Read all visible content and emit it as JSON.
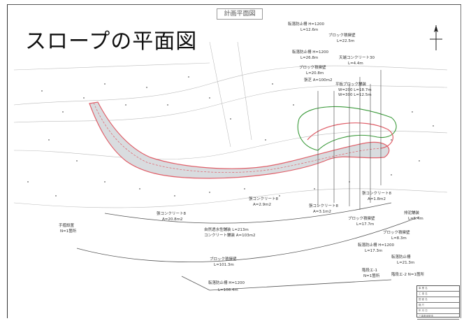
{
  "overlay_title": "スロープの平面図",
  "sheet_title": "計画平面図",
  "labels": [
    {
      "id": "l1",
      "text": "転落防止柵 H=1200"
    },
    {
      "id": "l2",
      "text": "L=12.6m"
    },
    {
      "id": "l3",
      "text": "ブロック積擁壁"
    },
    {
      "id": "l4",
      "text": "L=22.5m"
    },
    {
      "id": "l5",
      "text": "転落防止柵 H=1200"
    },
    {
      "id": "l6",
      "text": "L=26.8m"
    },
    {
      "id": "l7",
      "text": "天端コンクリート30"
    },
    {
      "id": "l8",
      "text": "L=4.4m"
    },
    {
      "id": "l9",
      "text": "ブロック積擁壁"
    },
    {
      "id": "l10",
      "text": "L=20.8m"
    },
    {
      "id": "l11",
      "text": "張芝 A=100m2"
    },
    {
      "id": "l12",
      "text": "平板ブロック舗装"
    },
    {
      "id": "l13",
      "text": "W=200 L=18.7m"
    },
    {
      "id": "l14",
      "text": "W=300 L=12.5m"
    },
    {
      "id": "l15",
      "text": "張コンクリート8"
    },
    {
      "id": "l16",
      "text": "A=20.8m2"
    },
    {
      "id": "l17",
      "text": "張コンクリート8"
    },
    {
      "id": "l18",
      "text": "A=2.9m2"
    },
    {
      "id": "l19",
      "text": "張コンクリート8"
    },
    {
      "id": "l20",
      "text": "A=3.1m2"
    },
    {
      "id": "l21",
      "text": "張コンクリート8"
    },
    {
      "id": "l22",
      "text": "A=1.8m2"
    },
    {
      "id": "l23",
      "text": "自然透水性舗装 L=213m"
    },
    {
      "id": "l24",
      "text": "コンクリート舗装 A=103m2"
    },
    {
      "id": "l25",
      "text": "ブロック積擁壁"
    },
    {
      "id": "l26",
      "text": "L=17.7m"
    },
    {
      "id": "l27",
      "text": "排泥舗装"
    },
    {
      "id": "l28",
      "text": "L=5.4m"
    },
    {
      "id": "l29",
      "text": "ブロック積擁壁"
    },
    {
      "id": "l30",
      "text": "L=8.3m"
    },
    {
      "id": "l31",
      "text": "転落防止柵 H=1200"
    },
    {
      "id": "l32",
      "text": "L=17.3m"
    },
    {
      "id": "l33",
      "text": "ブロック積擁壁"
    },
    {
      "id": "l34",
      "text": "L=101.3m"
    },
    {
      "id": "l35",
      "text": "転落防止柵"
    },
    {
      "id": "l36",
      "text": "L=21.3m"
    },
    {
      "id": "l37",
      "text": "転落防止柵 H=1200"
    },
    {
      "id": "l38",
      "text": "L=108.4m"
    },
    {
      "id": "l39",
      "text": "階段エ-1"
    },
    {
      "id": "l40",
      "text": "N=1箇所"
    },
    {
      "id": "l41",
      "text": "階段エ-2 N=1箇所"
    },
    {
      "id": "l42",
      "text": "手摺設置"
    },
    {
      "id": "l43",
      "text": "N=1箇所"
    }
  ],
  "title_block": [
    "事 業 名",
    "工 事 名",
    "図 面 名",
    "縮 尺",
    "年 月 日",
    "三重県伊勢市"
  ],
  "colors": {
    "slope_fill": "#d9dcdf",
    "slope_edge": "#e0606a",
    "green_area": "#3a9a3a",
    "line": "#444444"
  }
}
